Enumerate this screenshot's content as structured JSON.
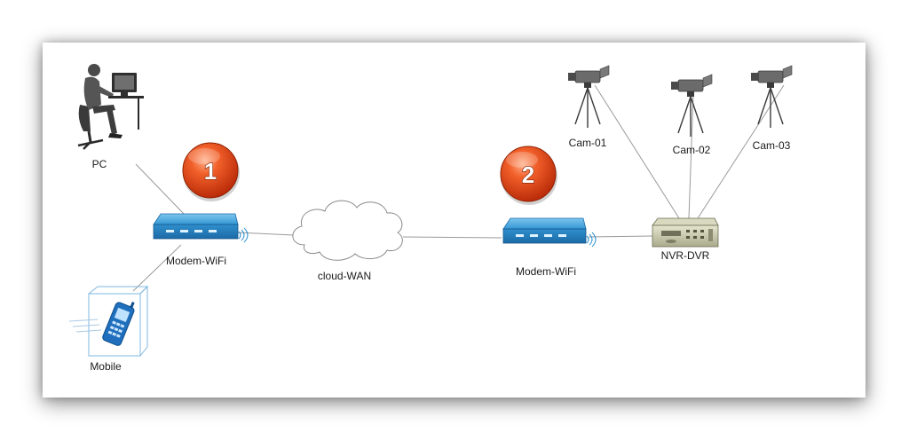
{
  "nodes": {
    "pc": {
      "label": "PC",
      "icon": "workstation-user-icon"
    },
    "modem1": {
      "label": "Modem-WiFi",
      "icon": "wifi-modem-icon"
    },
    "mobile": {
      "label": "Mobile",
      "icon": "mobile-phone-icon"
    },
    "cloud": {
      "label": "cloud-WAN",
      "icon": "cloud-icon"
    },
    "modem2": {
      "label": "Modem-WiFi",
      "icon": "wifi-modem-icon"
    },
    "nvr": {
      "label": "NVR-DVR",
      "icon": "nvr-dvr-recorder-icon"
    },
    "cam1": {
      "label": "Cam-01",
      "icon": "camera-tripod-icon"
    },
    "cam2": {
      "label": "Cam-02",
      "icon": "camera-tripod-icon"
    },
    "cam3": {
      "label": "Cam-03",
      "icon": "camera-tripod-icon"
    }
  },
  "badges": [
    {
      "number": "1",
      "color": "#e8401b"
    },
    {
      "number": "2",
      "color": "#e8401b"
    }
  ],
  "colors": {
    "modem_blue": "#2a8fd0",
    "link_line": "#9a9a9a",
    "badge_red": "#e8401b"
  }
}
